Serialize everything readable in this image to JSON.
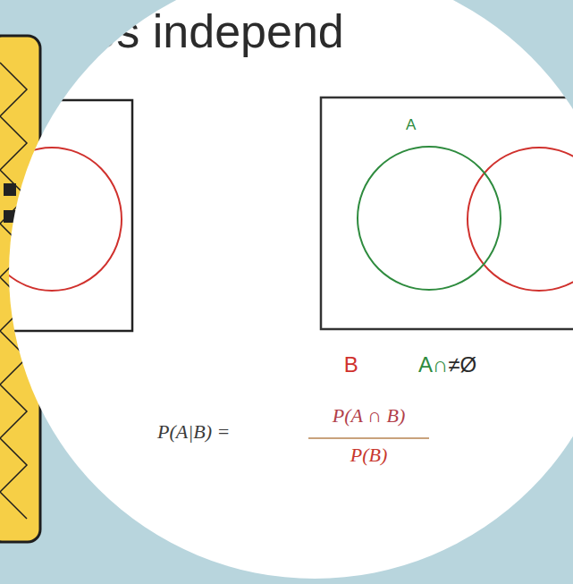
{
  "diagram": {
    "nodes": [
      {
        "text": [
          "A"
        ]
      }
    ],
    "labels": [
      "ntos independ",
      "A∩",
      "B",
      "≠Ø",
      "P(A|B) =",
      "P(A ∩ B)",
      "P(B)"
    ]
  }
}
